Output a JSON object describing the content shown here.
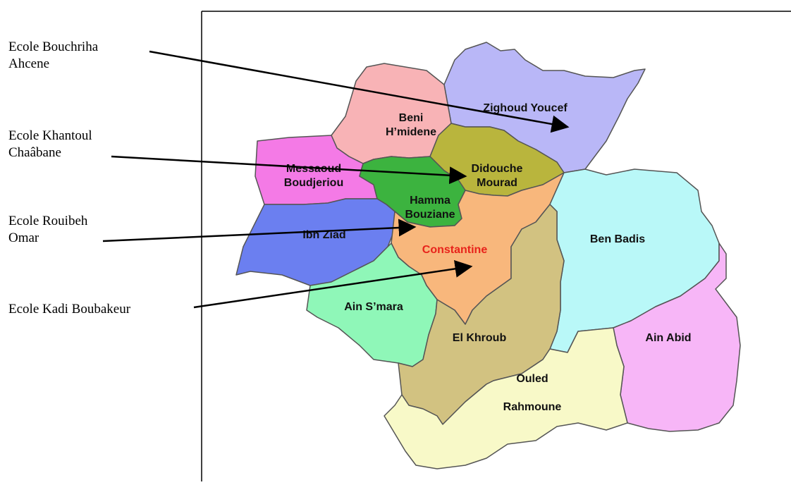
{
  "schools": [
    {
      "id": "school-bouchriha",
      "name": "Ecole Bouchriha\nAhcene"
    },
    {
      "id": "school-khantoul",
      "name": "Ecole Khantoul\nChaâbane"
    },
    {
      "id": "school-rouibeh",
      "name": "Ecole Rouibeh\nOmar"
    },
    {
      "id": "school-kadi",
      "name": "Ecole Kadi Boubakeur"
    }
  ],
  "communes": [
    {
      "id": "zighoud-youcef",
      "label": "Zighoud Youcef",
      "color": "#b9b7f7"
    },
    {
      "id": "beni-hmidene",
      "label": "Beni\nH’midene",
      "color": "#f8b3b6"
    },
    {
      "id": "didouche-mourad",
      "label": "Didouche\nMourad",
      "color": "#b9b53d"
    },
    {
      "id": "messaoud-boudjeriou",
      "label": "Messaoud\nBoudjeriou",
      "color": "#f47ae6"
    },
    {
      "id": "hamma-bouziane",
      "label": "Hamma\nBouziane",
      "color": "#3cb33f"
    },
    {
      "id": "ibn-ziad",
      "label": "Ibn Ziad",
      "color": "#6b7ff0"
    },
    {
      "id": "constantine",
      "label": "Constantine",
      "color": "#f8b77c",
      "label_color": "#e8231b"
    },
    {
      "id": "ben-badis",
      "label": "Ben Badis",
      "color": "#b9f8f8"
    },
    {
      "id": "ain-smara",
      "label": "Ain S’mara",
      "color": "#8ff7b8"
    },
    {
      "id": "el-khroub",
      "label": "El Khroub",
      "color": "#d2c281"
    },
    {
      "id": "ain-abid",
      "label": "Ain Abid",
      "color": "#f7b6f7"
    },
    {
      "id": "ouled-rahmoune",
      "label": "Ouled\nRahmoune",
      "color": "#f8f9c8"
    }
  ]
}
